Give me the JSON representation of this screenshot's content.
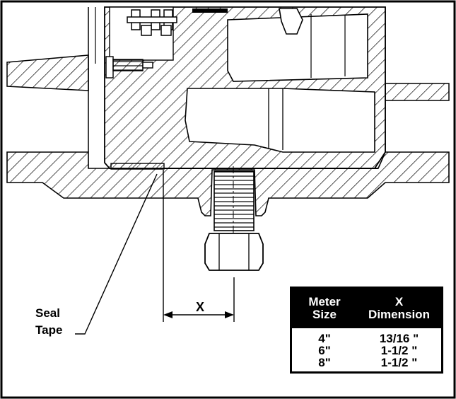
{
  "labels": {
    "seal_tape_line1": "Seal",
    "seal_tape_line2": "Tape",
    "x_dimension": "X"
  },
  "table": {
    "headers": [
      {
        "line1": "Meter",
        "line2": "Size"
      },
      {
        "line1": "X",
        "line2": "Dimension"
      }
    ],
    "rows": [
      {
        "size": "4\"",
        "x": "13/16 \""
      },
      {
        "size": "6\"",
        "x": "1-1/2 \""
      },
      {
        "size": "8\"",
        "x": "1-1/2 \""
      }
    ]
  }
}
